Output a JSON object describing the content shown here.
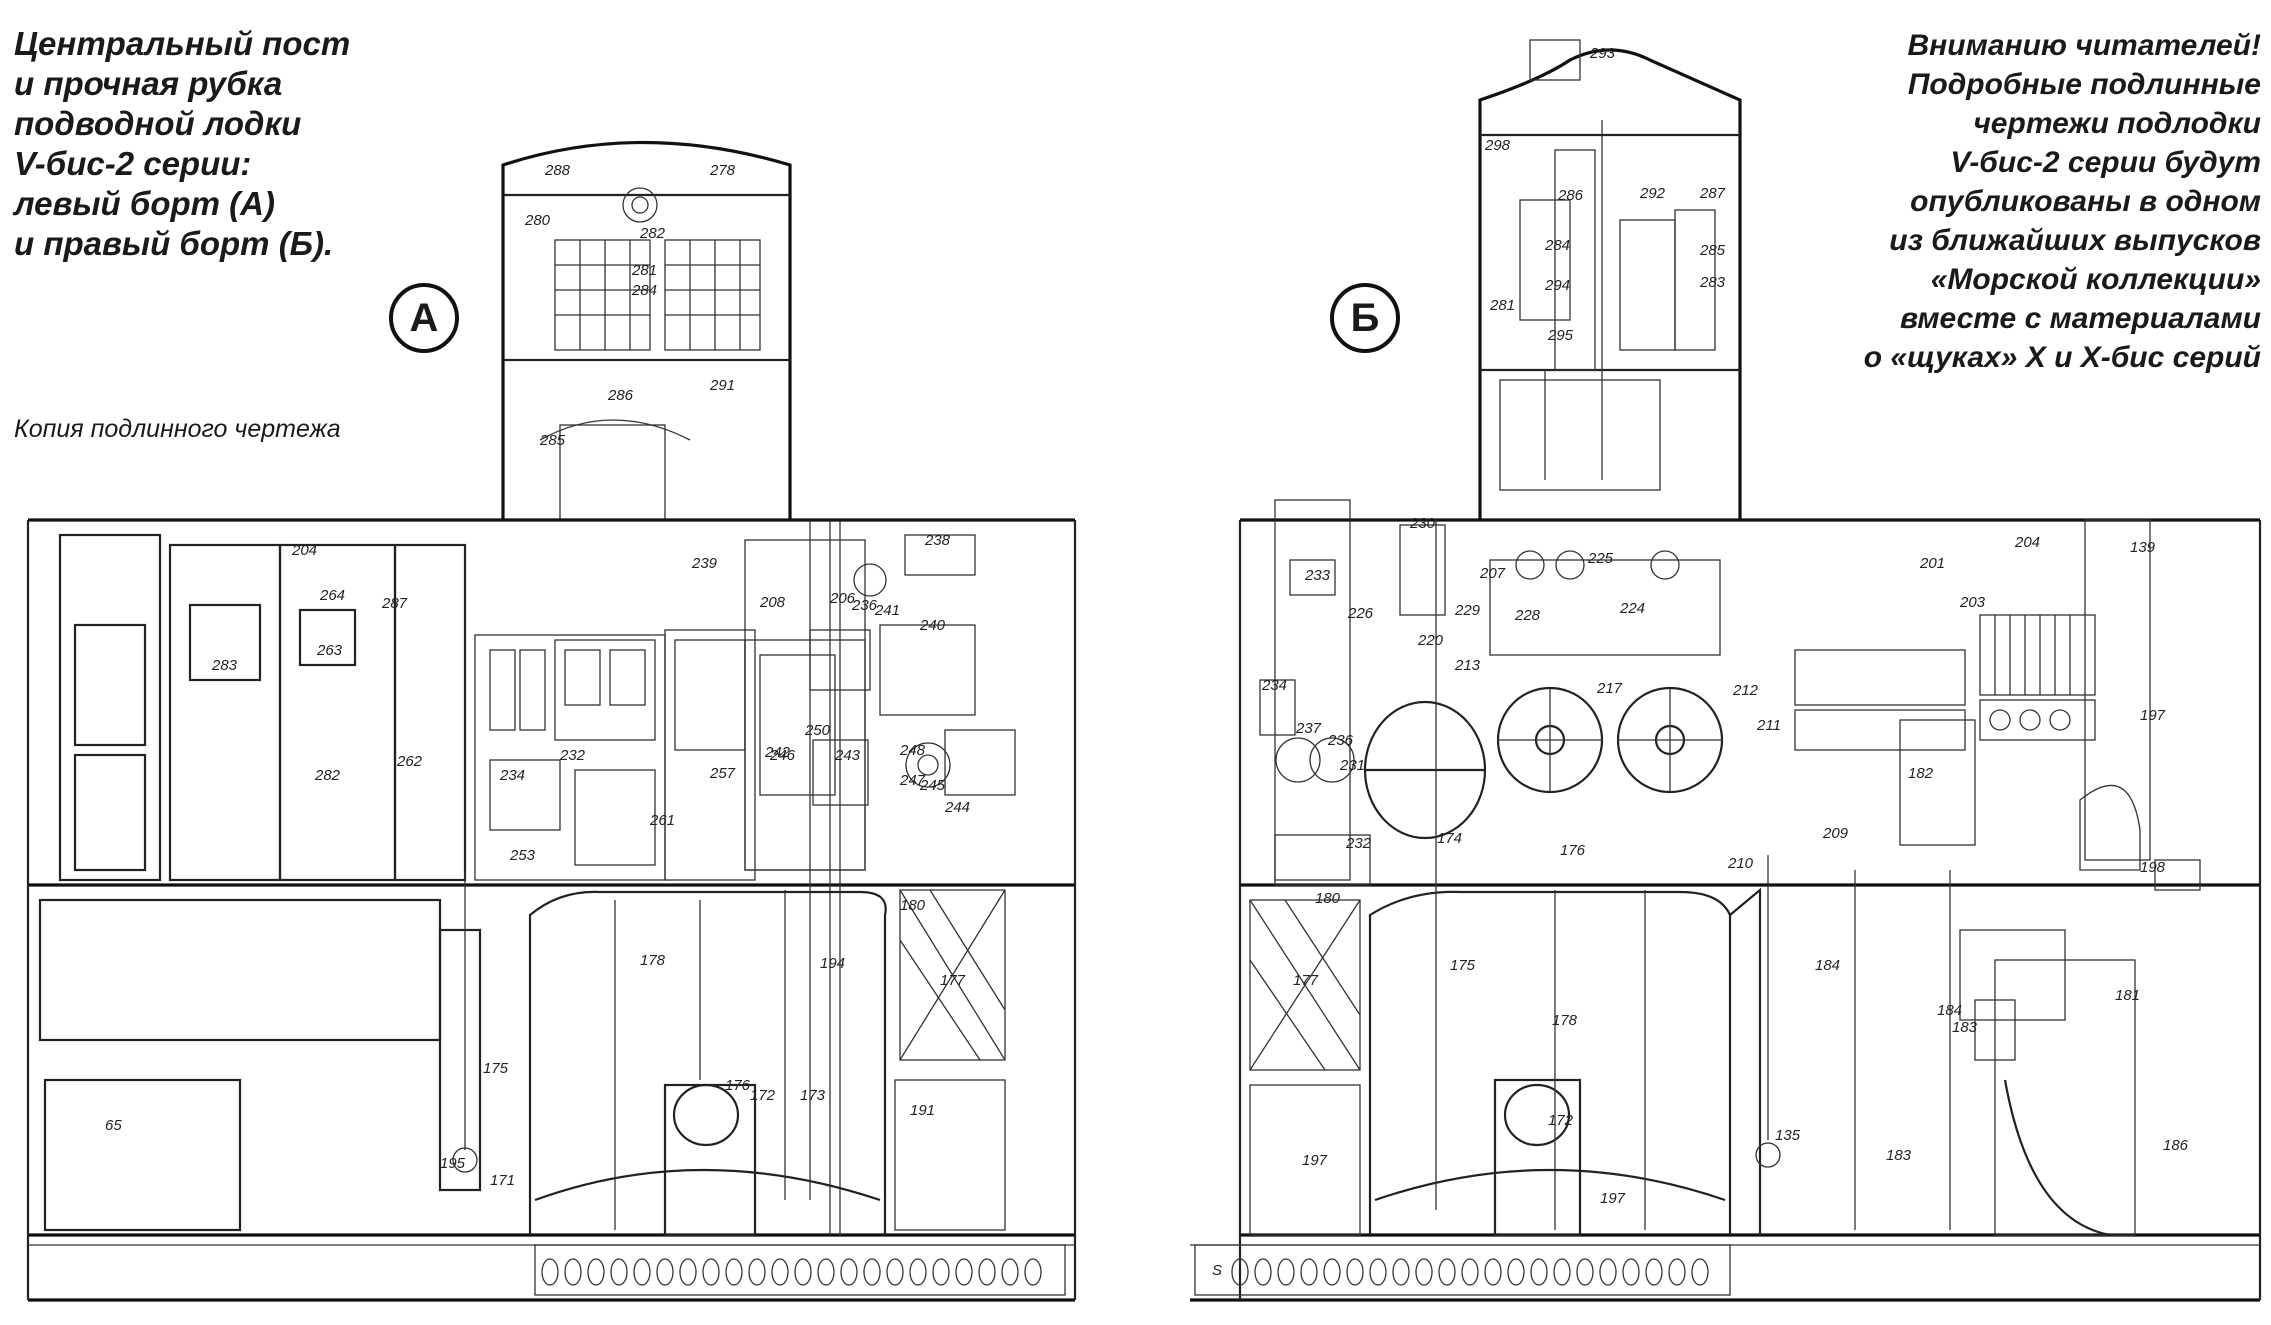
{
  "title_left": "Центральный пост\nи прочная рубка\nподводной лодки\nV-бис-2 серии:\nлевый борт (А)\nи правый борт (Б).",
  "note_right": "Вниманию читателей!\nПодробные подлинные\nчертежи подлодки\nV-бис-2 серии будут\nопубликованы в одном\nиз ближайших выпусков\n«Морской коллекции»\nвместе с материалами\nо «щуках» X и X-бис серий",
  "copy_note": "Копия подлинного чертежа",
  "markers": {
    "left": "А",
    "right": "Б"
  },
  "labels_left": [
    "288",
    "278",
    "282",
    "280",
    "281",
    "284",
    "286",
    "291",
    "285",
    "204",
    "264",
    "283",
    "263",
    "287",
    "282",
    "262",
    "239",
    "238",
    "241",
    "240",
    "206",
    "236",
    "208",
    "242",
    "243",
    "248",
    "244",
    "245",
    "247",
    "246",
    "250",
    "232",
    "234",
    "253",
    "261",
    "257",
    "180",
    "177",
    "178",
    "194",
    "176",
    "172",
    "173",
    "191",
    "65",
    "195",
    "175",
    "171"
  ],
  "labels_right": [
    "293",
    "292",
    "287",
    "298",
    "284",
    "285",
    "286",
    "283",
    "281",
    "294",
    "295",
    "233",
    "230",
    "207",
    "229",
    "225",
    "224",
    "228",
    "213",
    "217",
    "212",
    "211",
    "210",
    "209",
    "220",
    "203",
    "204",
    "201",
    "139",
    "197",
    "198",
    "182",
    "183",
    "184",
    "181",
    "180",
    "177",
    "178",
    "172",
    "175",
    "135",
    "184",
    "183",
    "186",
    "197",
    "234",
    "231",
    "232",
    "237",
    "236",
    "226",
    "174",
    "176",
    "197",
    "S"
  ]
}
